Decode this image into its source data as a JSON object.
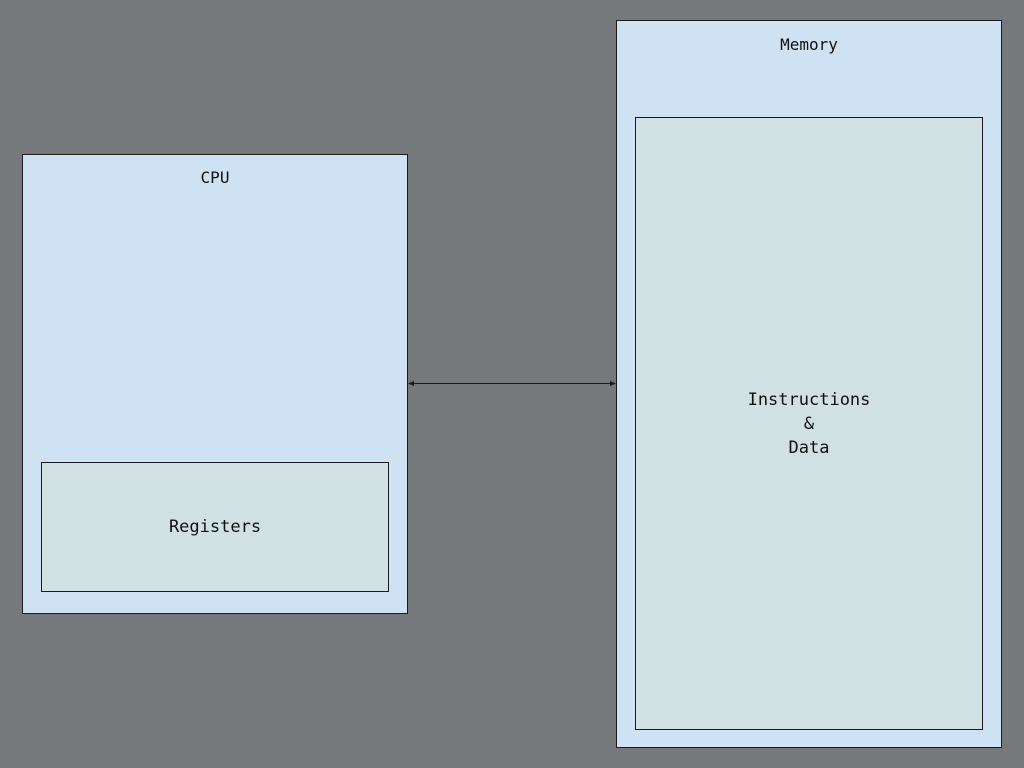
{
  "colors": {
    "background": "#75797b",
    "outer_box_fill": "#cfe2f3",
    "inner_box_fill": "#d0e0e3",
    "stroke": "#1a1a1a"
  },
  "diagram": {
    "cpu": {
      "label": "CPU",
      "registers": {
        "label": "Registers"
      }
    },
    "memory": {
      "label": "Memory",
      "contents": {
        "lines": [
          "Instructions",
          "&",
          "Data"
        ]
      }
    },
    "connection": {
      "from": "CPU",
      "to": "Memory",
      "direction": "bidirectional"
    }
  }
}
